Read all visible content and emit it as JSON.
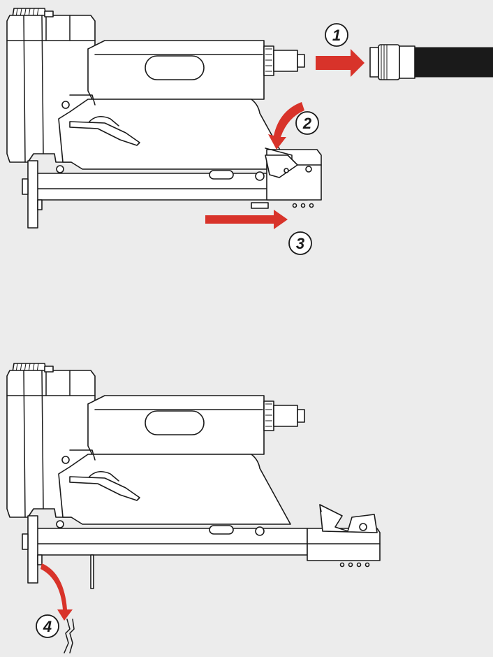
{
  "colors": {
    "background": "#ececec",
    "arrow": "#d8332a",
    "line": "#1a1a1a",
    "body": "#ffffff"
  },
  "steps": [
    {
      "id": "1",
      "label": "1",
      "icon": "arrow-right-icon"
    },
    {
      "id": "2",
      "label": "2",
      "icon": "curved-arrow-down-icon"
    },
    {
      "id": "3",
      "label": "3",
      "icon": "arrow-right-icon"
    },
    {
      "id": "4",
      "label": "4",
      "icon": "curved-arrow-down-icon"
    }
  ]
}
